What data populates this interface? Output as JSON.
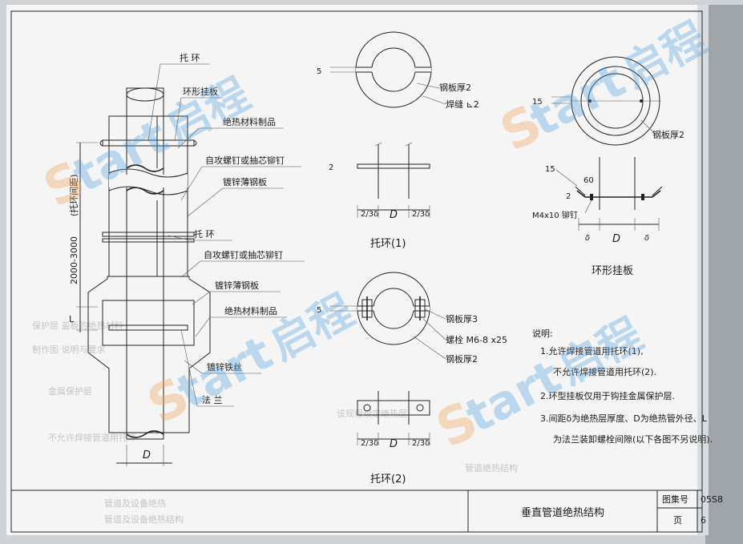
{
  "left_drawing": {
    "label_tuohuan": "托 环",
    "label_huanxing_guaban": "环形挂板",
    "label_juere_1": "绝热材料制品",
    "label_zigong_1": "自攻螺钉或抽芯铆钉",
    "label_duxin_1": "镀锌薄钢板",
    "label_tuohuan2": "托 环",
    "label_zigong_2": "自攻螺钉或抽芯铆钉",
    "label_duxin_2": "镀锌薄钢板",
    "label_juere_2": "绝热材料制品",
    "label_duxin_tiesi": "镀锌铁丝",
    "label_falan": "法 兰",
    "dim_spacing": "2000-3000",
    "dim_spacing_note": "(托环间距)",
    "dim_L": "L",
    "dim_D": "D"
  },
  "tuohuan1": {
    "label_gangban": "钢板厚2",
    "label_hanfeng": "焊缝 ⊾2",
    "dim_5": "5",
    "dim_2": "2",
    "dim_frac_left": "2/3δ",
    "dim_frac_right": "2/3δ",
    "dim_D": "D",
    "caption": "托环(1)"
  },
  "tuohuan2": {
    "label_gangban3": "钢板厚3",
    "label_luoshuan": "螺栓 M6-8 x25",
    "label_gangban2": "钢板厚2",
    "dim_5": "5",
    "dim_frac_left": "2/3δ",
    "dim_frac_right": "2/3δ",
    "dim_D": "D",
    "caption": "托环(2)"
  },
  "huanxing": {
    "label_gangban": "钢板厚2",
    "label_maoding": "M4x10 铆钉",
    "dim_15_top": "15",
    "dim_15_side": "15",
    "dim_60": "60",
    "dim_2": "2",
    "dim_delta_l": "δ",
    "dim_D": "D",
    "dim_delta_r": "δ",
    "caption": "环形挂板"
  },
  "notes": {
    "title": "说明:",
    "line1": "1.允许焊接管道用托环(1),",
    "line1b": "不允许焊接管道用托环(2).",
    "line2": "2.环型挂板仅用于钩挂金属保护层.",
    "line3": "3.间距δ为绝热层厚度、D为绝热管外径、L",
    "line3b": "为法兰装卸螺栓间隙(以下各图不另说明)."
  },
  "title_block": {
    "title": "垂直管道绝热结构",
    "atlas_label": "图集号",
    "atlas_value": "05S8",
    "page_label": "页",
    "page_value": "6"
  },
  "watermark": {
    "text_s": "S",
    "text_rest": "tart",
    "text_cn": "启程"
  },
  "colors": {
    "paper": "#f4f5f4",
    "ink": "#1a1a1a",
    "watermark_blue": "#4b9be0",
    "watermark_orange": "#f3a25a"
  }
}
